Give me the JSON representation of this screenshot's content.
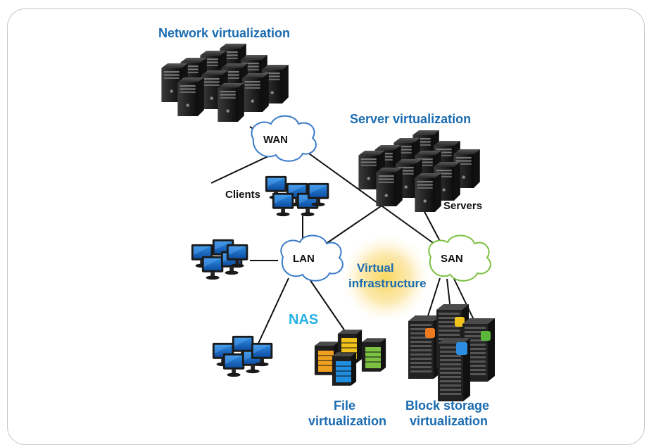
{
  "titles": {
    "network": "Network virtualization",
    "server": "Server virtualization",
    "file_line1": "File",
    "file_line2": "virtualization",
    "block_line1": "Block storage",
    "block_line2": "virtualization",
    "virtual_line1": "Virtual",
    "virtual_line2": "infrastructure"
  },
  "clouds": {
    "wan": "WAN",
    "lan": "LAN",
    "san": "SAN"
  },
  "labels": {
    "clients": "Clients",
    "servers": "Servers",
    "nas": "NAS"
  },
  "colors": {
    "title_blue": "#1b6bb0",
    "nas_cyan": "#27b1e6",
    "wan_lan_outline": "#3a7bc8",
    "san_outline": "#7cc142",
    "glow": "#f7cf54"
  }
}
